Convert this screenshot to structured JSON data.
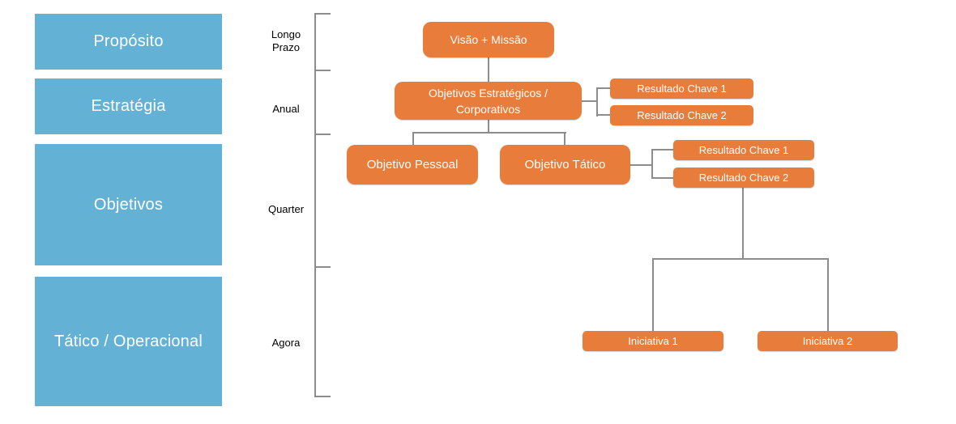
{
  "diagram": {
    "layers": [
      {
        "label": "Propósito",
        "horizon": "Longo Prazo"
      },
      {
        "label": "Estratégia",
        "horizon": "Anual"
      },
      {
        "label": "Objetivos",
        "horizon": "Quarter"
      },
      {
        "label": "Tático / Operacional",
        "horizon": "Agora"
      }
    ],
    "nodes": {
      "vision": {
        "label": "Visão + Missão"
      },
      "strategic": {
        "label": "Objetivos Estratégicos / Corporativos"
      },
      "strategic_key_results": [
        {
          "label": "Resultado Chave 1"
        },
        {
          "label": "Resultado Chave 2"
        }
      ],
      "personal": {
        "label": "Objetivo Pessoal"
      },
      "tactical": {
        "label": "Objetivo Tático"
      },
      "tactical_key_results": [
        {
          "label": "Resultado Chave 1"
        },
        {
          "label": "Resultado Chave 2"
        }
      ],
      "initiatives": [
        {
          "label": "Iniciativa 1"
        },
        {
          "label": "Iniciativa 2"
        }
      ]
    },
    "colors": {
      "layer_fill": "#63B2D6",
      "node_fill": "#E87C3B",
      "connector": "#8C8C8C",
      "node_text": "#FFFFFF",
      "layer_text": "#FFFFFF",
      "horizon_text": "#000000",
      "background": "#FFFFFF"
    }
  }
}
